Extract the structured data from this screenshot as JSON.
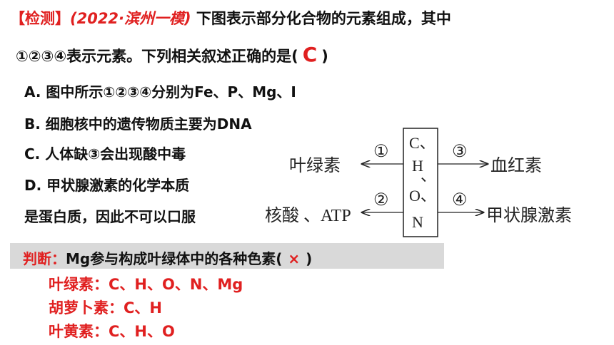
{
  "question": {
    "tag": "【检测】",
    "source": "(2022·滨州一模)",
    "stem_1": " 下图表示部分化合物的元素组成，其中",
    "stem_2_before": "①②③④表示元素。下列相关叙述正确的是(",
    "answer": "C",
    "stem_2_after": ")"
  },
  "options": {
    "a": "A. 图中所示①②③④分别为Fe、P、Mg、I",
    "b": "B. 细胞核中的遗传物质主要为DNA",
    "c": "C. 人体缺③会出现酸中毒",
    "d_1": "D. 甲状腺激素的化学本质",
    "d_2": "是蛋白质，因此不可以口服"
  },
  "diagram": {
    "center_1": "C、",
    "center_2": "H",
    "center_3": "、",
    "center_4": "O、",
    "center_5": "N",
    "left_top_label": "叶绿素",
    "left_top_num": "①",
    "right_top_num": "③",
    "right_top_label": "血红素",
    "left_bottom_label": "核酸 、ATP",
    "left_bottom_num": "②",
    "right_bottom_num": "④",
    "right_bottom_label": "甲状腺激素"
  },
  "judge": {
    "head": "判断：",
    "text": "Mg参与构成叶绿体中的各种色素(",
    "mark": "×",
    "close": ")"
  },
  "notes": {
    "n1": "叶绿素：C、H、O、N、Mg",
    "n2": "胡萝卜素：C、H",
    "n3": "叶黄素：C、H、O"
  }
}
